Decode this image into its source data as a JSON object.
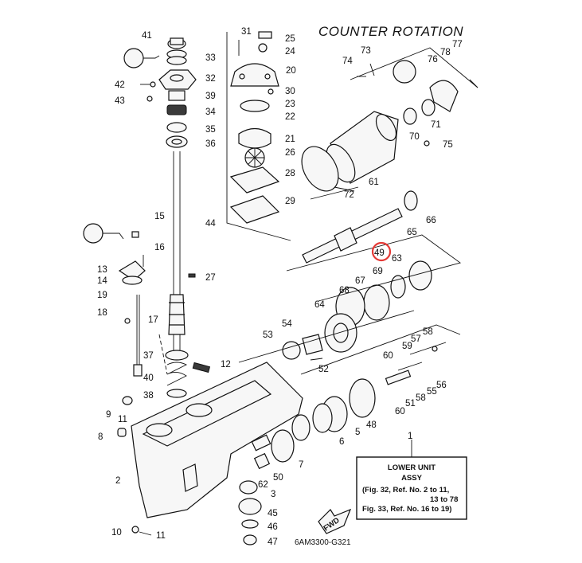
{
  "title": "COUNTER ROTATION",
  "part_numbers": [
    "1",
    "2",
    "3",
    "5",
    "6",
    "7",
    "8",
    "9",
    "10",
    "11",
    "12",
    "13",
    "14",
    "15",
    "16",
    "17",
    "18",
    "19",
    "20",
    "21",
    "22",
    "23",
    "24",
    "25",
    "26",
    "27",
    "28",
    "29",
    "30",
    "31",
    "32",
    "33",
    "34",
    "35",
    "36",
    "37",
    "38",
    "39",
    "40",
    "41",
    "42",
    "43",
    "44",
    "45",
    "46",
    "47",
    "48",
    "49",
    "50",
    "51",
    "52",
    "53",
    "54",
    "55",
    "56",
    "57",
    "58",
    "59",
    "60",
    "61",
    "62",
    "63",
    "64",
    "65",
    "66",
    "67",
    "68",
    "69",
    "70",
    "71",
    "72",
    "73",
    "74",
    "75",
    "76",
    "77",
    "78"
  ],
  "highlight": {
    "label": "49",
    "color": "#e53935"
  },
  "assembly_box": {
    "ref": "1",
    "line1": "LOWER UNIT",
    "line2": "ASSY",
    "line3": "(Fig. 32, Ref. No. 2 to 11,",
    "line4": "13 to 78",
    "line5": "Fig. 33, Ref. No. 16 to 19)"
  },
  "fwd_label": "FWD",
  "diagram_code": "6AM3300-G321"
}
